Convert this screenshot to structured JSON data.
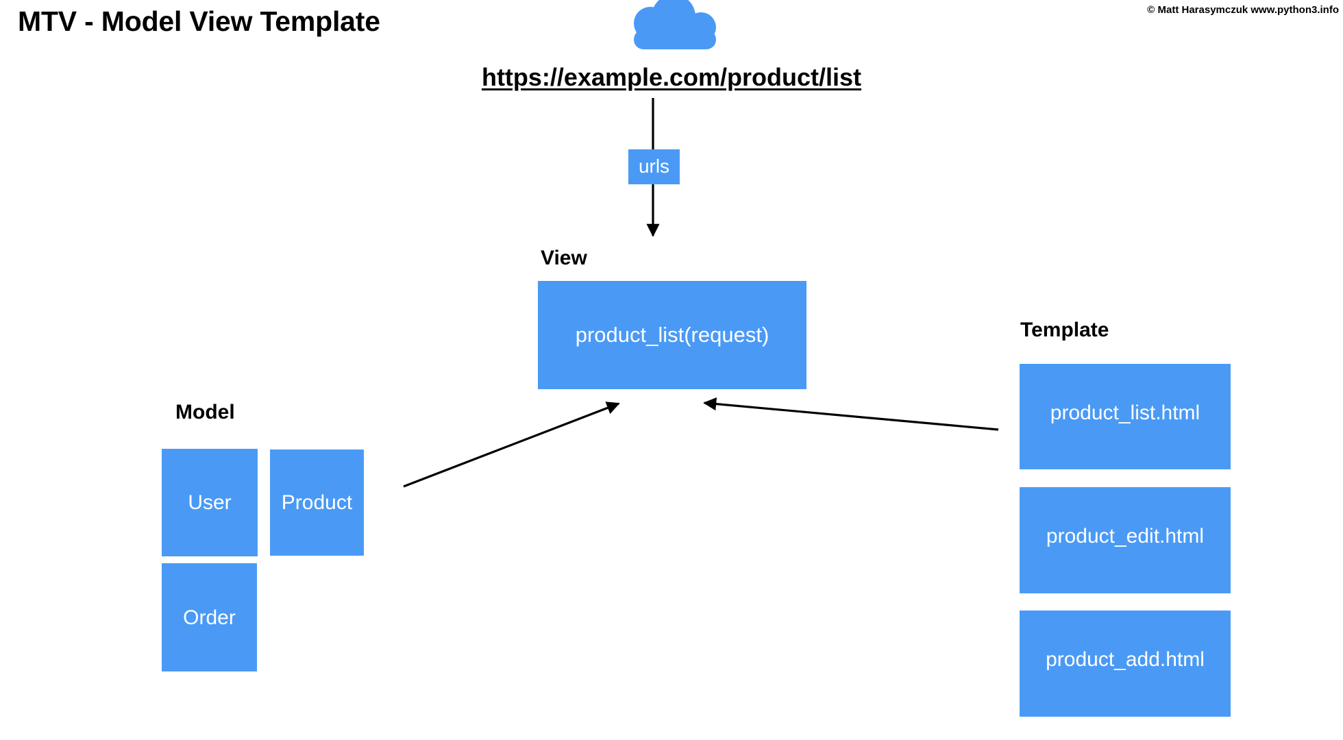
{
  "slide": {
    "title": "MTV - Model View Template",
    "copyright": "© Matt Harasymczuk www.python3.info",
    "background": "#ffffff",
    "accent_color": "#4a9af5",
    "text_on_accent": "#ffffff",
    "line_color": "#000000"
  },
  "request": {
    "cloud_icon": "cloud-icon",
    "url": "https://example.com/product/list"
  },
  "routing": {
    "urls_label": "urls"
  },
  "view": {
    "label": "View",
    "boxes": [
      {
        "label": "product_list(request)"
      }
    ]
  },
  "model": {
    "label": "Model",
    "boxes": [
      {
        "label": "User"
      },
      {
        "label": "Product"
      },
      {
        "label": "Order"
      }
    ]
  },
  "template": {
    "label": "Template",
    "boxes": [
      {
        "label": "product_list.html"
      },
      {
        "label": "product_edit.html"
      },
      {
        "label": "product_add.html"
      }
    ]
  },
  "arrows": [
    {
      "name": "url-to-urls",
      "from": "url",
      "to": "urls",
      "direction": "down"
    },
    {
      "name": "urls-to-view",
      "from": "urls",
      "to": "view",
      "direction": "down"
    },
    {
      "name": "model-to-view",
      "from": "model",
      "to": "view",
      "direction": "up-right"
    },
    {
      "name": "template-to-view",
      "from": "template",
      "to": "view",
      "direction": "up-left"
    }
  ]
}
